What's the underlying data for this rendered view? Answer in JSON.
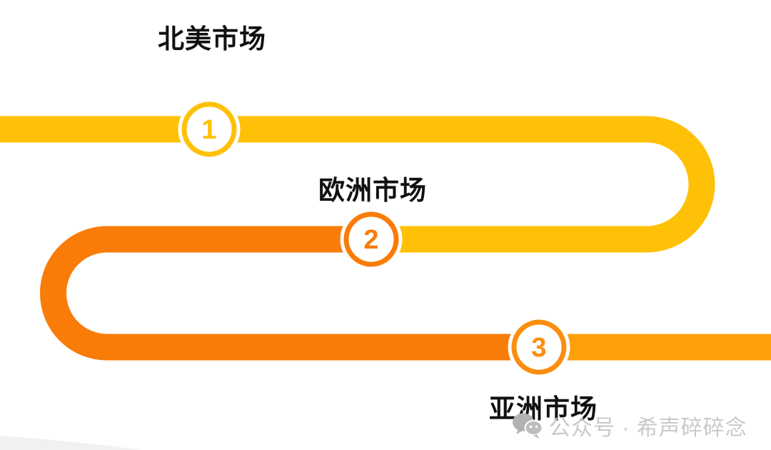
{
  "diagram": {
    "type": "s-curve-timeline",
    "stops": [
      {
        "number": "1",
        "label": "北美市场",
        "color": "#FFC107"
      },
      {
        "number": "2",
        "label": "欧洲市场",
        "color": "#F97C08"
      },
      {
        "number": "3",
        "label": "亚洲市场",
        "color": "#FB8E0E"
      }
    ],
    "segments": [
      {
        "name": "segment-1",
        "color": "#FFC107"
      },
      {
        "name": "segment-2",
        "color": "#F97C08"
      },
      {
        "name": "segment-3",
        "color": "#FFA00A"
      }
    ],
    "background_color": "#FFFFFF",
    "corner_decoration_color": "#F1F1F1"
  },
  "watermark": {
    "icon": "wechat-icon",
    "text": "公众号 · 希声碎碎念",
    "color": "#C9C9C9"
  }
}
